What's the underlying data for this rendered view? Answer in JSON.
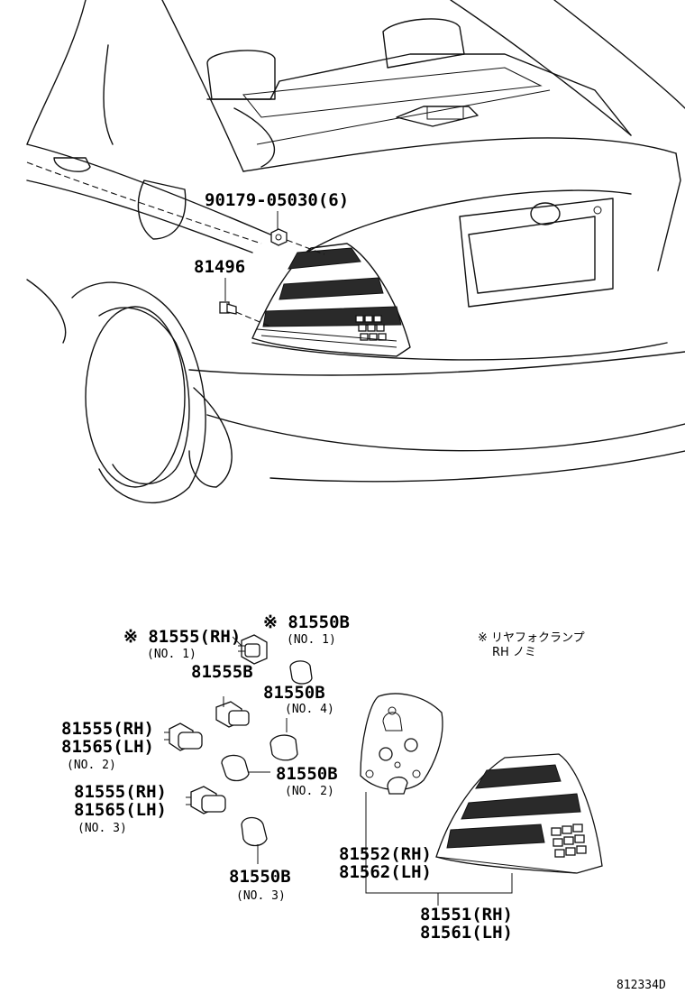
{
  "top_labels": {
    "p90179": "90179-05030(6)",
    "p81496": "81496"
  },
  "bulb_labels": {
    "p81555_rh_star": "※ 81555(RH)",
    "p81555_rh_star_no": "(NO. 1)",
    "p81550b_star": "※ 81550B",
    "p81550b_star_no": "(NO. 1)",
    "p81555b": "81555B",
    "p81550b_4": "81550B",
    "p81550b_4_no": "(NO. 4)",
    "p81555_rh_2": "81555(RH)",
    "p81565_lh_2": "81565(LH)",
    "no2_left": "(NO. 2)",
    "p81550b_2": "81550B",
    "p81550b_2_no": "(NO. 2)",
    "p81555_rh_3": "81555(RH)",
    "p81565_lh_3": "81565(LH)",
    "no3_left": "(NO. 3)",
    "p81550b_3": "81550B",
    "p81550b_3_no": "(NO. 3)"
  },
  "lamp_labels": {
    "p81552_rh": "81552(RH)",
    "p81562_lh": "81562(LH)",
    "p81551_rh": "81551(RH)",
    "p81561_lh": "81561(LH)"
  },
  "note": {
    "line1": "※ リヤフォクランプ",
    "line2": "RH ノミ"
  },
  "diagram_code": "812334D"
}
